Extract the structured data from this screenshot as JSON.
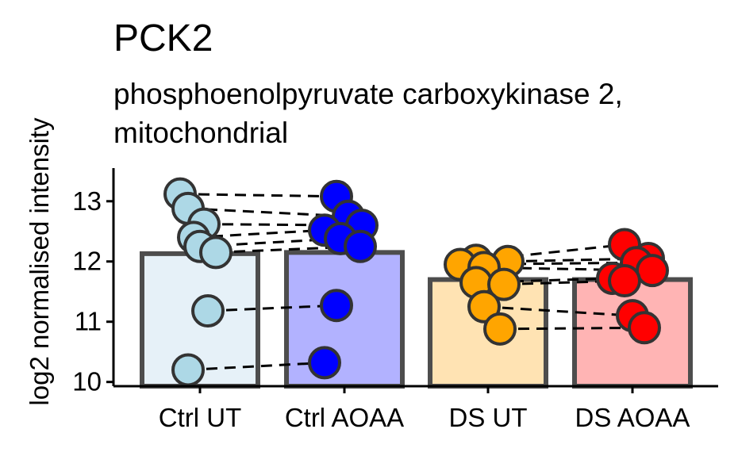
{
  "chart_data": {
    "type": "bar",
    "title": "PCK2",
    "subtitle_lines": [
      "phosphoenolpyruvate carboxykinase 2,",
      "mitochondrial"
    ],
    "xlabel": "",
    "ylabel": "log2 normalised intensity",
    "categories": [
      "Ctrl UT",
      "Ctrl AOAA",
      "DS UT",
      "DS AOAA"
    ],
    "values": [
      12.13,
      12.15,
      11.7,
      11.7
    ],
    "bar_colors": [
      "#e6f1f8",
      "#b2b2ff",
      "#ffe3b3",
      "#ffb4b4"
    ],
    "point_colors": [
      "#add8e6",
      "#0000ff",
      "#ffa500",
      "#ff0000"
    ],
    "ylim": [
      9.93,
      13.55
    ],
    "yticks": [
      10,
      11,
      12,
      13
    ],
    "grid": false,
    "points": [
      [
        13.12,
        12.88,
        12.62,
        12.4,
        12.25,
        12.15,
        11.18,
        10.2
      ],
      [
        13.08,
        12.75,
        12.6,
        12.52,
        12.38,
        12.25,
        11.27,
        10.32
      ],
      [
        12.02,
        12.0,
        11.95,
        11.9,
        11.65,
        11.62,
        11.25,
        10.88
      ],
      [
        12.28,
        12.05,
        11.98,
        11.85,
        11.72,
        11.68,
        11.1,
        10.9
      ]
    ],
    "pairs": [
      [
        0,
        0,
        1,
        0
      ],
      [
        0,
        1,
        1,
        1
      ],
      [
        0,
        2,
        1,
        2
      ],
      [
        0,
        3,
        1,
        3
      ],
      [
        0,
        4,
        1,
        4
      ],
      [
        0,
        5,
        1,
        5
      ],
      [
        0,
        6,
        1,
        6
      ],
      [
        0,
        7,
        1,
        7
      ],
      [
        2,
        0,
        3,
        0
      ],
      [
        2,
        1,
        3,
        1
      ],
      [
        2,
        2,
        3,
        2
      ],
      [
        2,
        3,
        3,
        3
      ],
      [
        2,
        4,
        3,
        4
      ],
      [
        2,
        5,
        3,
        5
      ],
      [
        2,
        6,
        3,
        6
      ],
      [
        2,
        7,
        3,
        7
      ]
    ]
  }
}
